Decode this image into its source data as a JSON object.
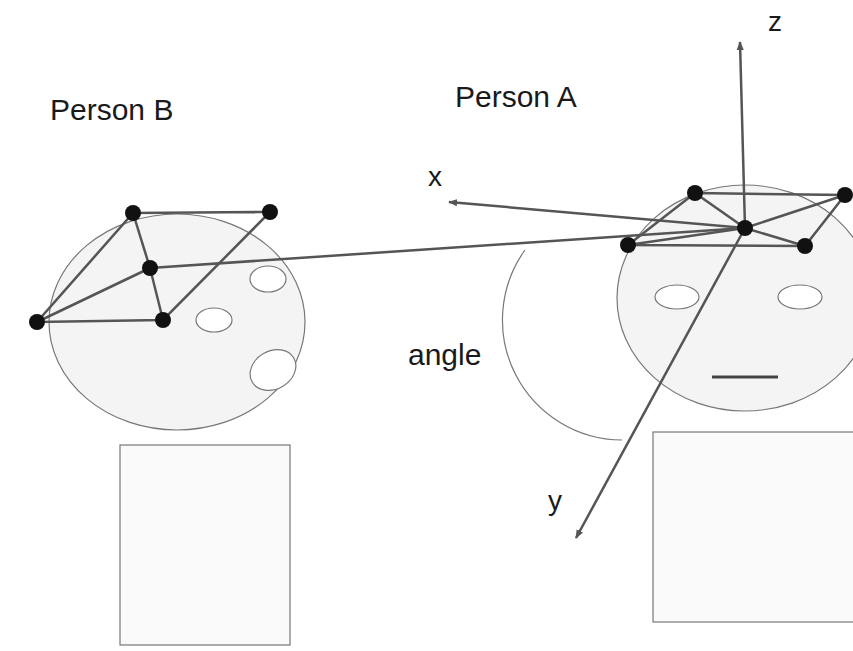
{
  "diagram": {
    "labels": [
      "Person B",
      "Person A",
      "z",
      "x",
      "angle",
      "y"
    ]
  }
}
